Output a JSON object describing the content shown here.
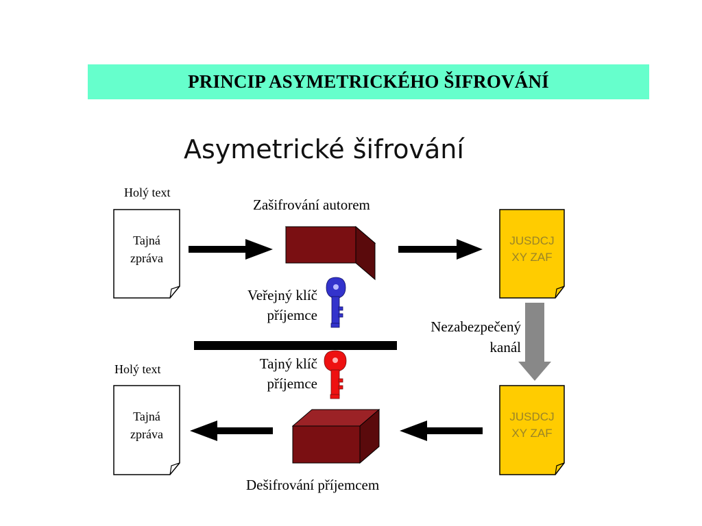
{
  "title": "PRINCIP  ASYMETRICKÉHO ŠIFROVÁNÍ",
  "subtitle": "Asymetrické šifrování",
  "labels": {
    "plaintext_top": "Holý text",
    "plaintext_bottom": "Holý text",
    "encryption": "Zašifrování autorem",
    "decryption": "Dešifrování příjemcem",
    "public_key_line1": "Veřejný klíč",
    "public_key_line2": "příjemce",
    "private_key_line1": "Tajný klíč",
    "private_key_line2": "příjemce",
    "channel_line1": "Nezabezpečený",
    "channel_line2": "kanál"
  },
  "documents": {
    "plain_line1": "Tajná",
    "plain_line2": "zpráva",
    "cipher_line1": "JUSDCJ",
    "cipher_line2": "XY ZAF"
  },
  "colors": {
    "title_bg": "#66ffcc",
    "box": "#7a0f12",
    "cipher_doc": "#ffcc00",
    "public_key": "#3333cc",
    "private_key": "#ee1111",
    "channel_arrow": "#888888"
  }
}
